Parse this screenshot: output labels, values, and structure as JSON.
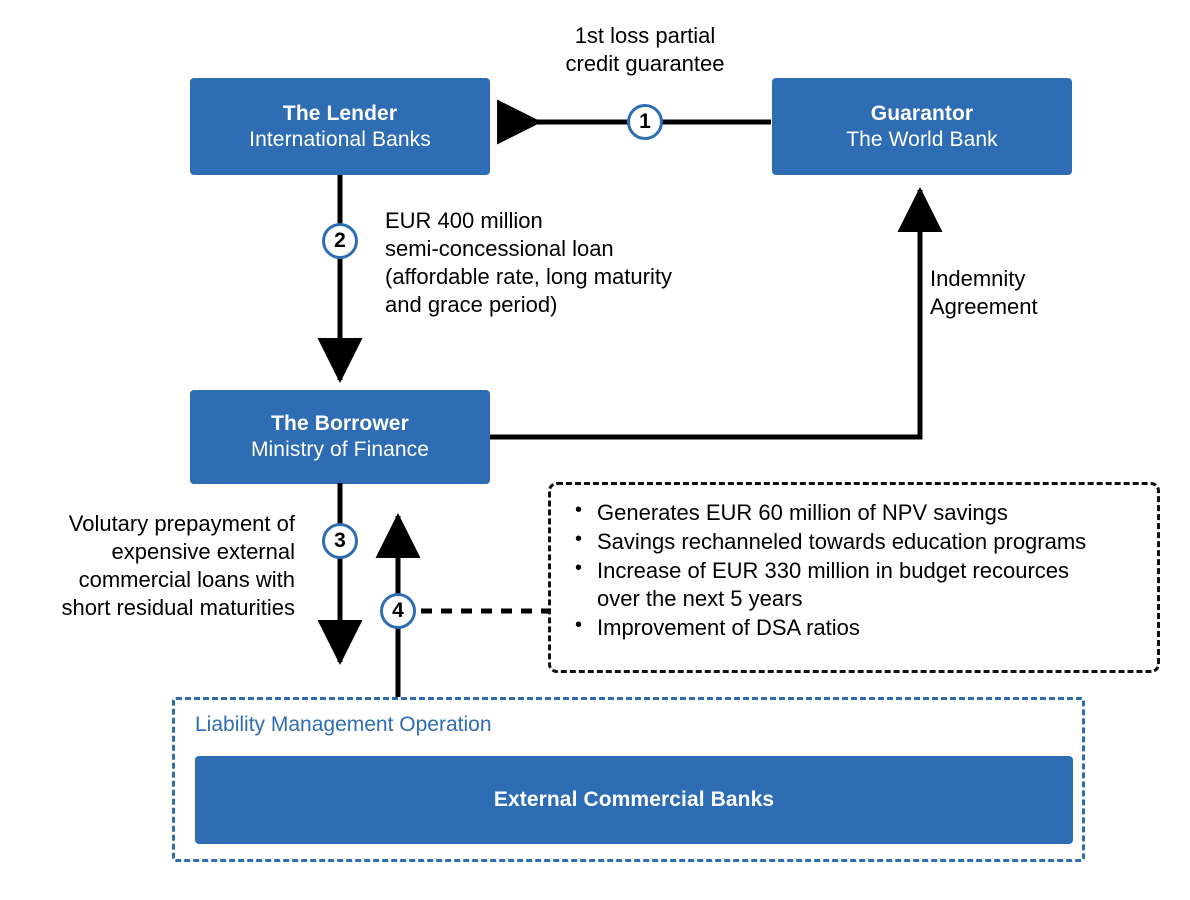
{
  "diagram": {
    "title": "World Bank partial credit guarantee structure",
    "accent_color": "#2E6DB4",
    "line_color": "#000000"
  },
  "entities": {
    "lender": {
      "title": "The Lender",
      "subtitle": "International Banks"
    },
    "guarantor": {
      "title": "Guarantor",
      "subtitle": "The World Bank"
    },
    "borrower": {
      "title": "The Borrower",
      "subtitle": "Ministry of Finance"
    },
    "external_banks": {
      "title": "External Commercial Banks"
    }
  },
  "steps": {
    "one": "1",
    "two": "2",
    "three": "3",
    "four": "4"
  },
  "labels": {
    "guarantee": "1st loss partial\ncredit guarantee",
    "loan": "EUR 400 million\nsemi-concessional loan\n(affordable rate, long maturity\nand grace period)",
    "indemnity": "Indemnity\nAgreement",
    "prepayment": "Volutary prepayment of\nexpensive external\ncommercial loans with\nshort residual maturities"
  },
  "benefits": {
    "items": [
      "Generates EUR 60 million of NPV savings",
      "Savings rechanneled towards education programs",
      "Increase of EUR 330 million in budget recources\nover the next 5 years",
      "Improvement of DSA ratios"
    ]
  },
  "lmo": {
    "caption": "Liability Management Operation"
  }
}
